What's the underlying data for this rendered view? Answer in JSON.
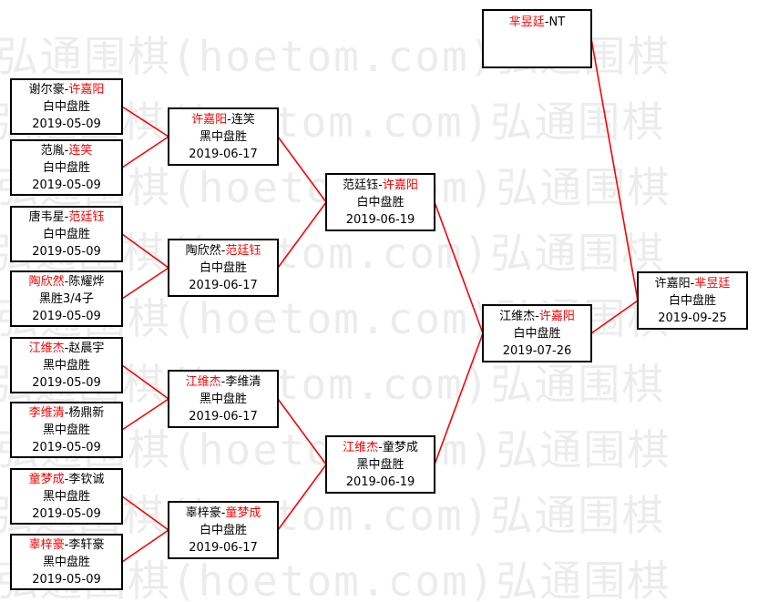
{
  "watermark": "弘通围棋(hoetom.com)弘通围棋",
  "colors": {
    "winner": "#ff0000",
    "connector": "#ff0000",
    "border": "#000000"
  },
  "matches": [
    {
      "id": "r1m1",
      "p1": "谢尔豪",
      "p2": "许嘉阳",
      "winner": 2,
      "result": "白中盘胜",
      "date": "2019-05-09"
    },
    {
      "id": "r1m2",
      "p1": "范胤",
      "p2": "连笑",
      "winner": 2,
      "result": "白中盘胜",
      "date": "2019-05-09"
    },
    {
      "id": "r1m3",
      "p1": "唐韦星",
      "p2": "范廷钰",
      "winner": 2,
      "result": "白中盘胜",
      "date": "2019-05-09"
    },
    {
      "id": "r1m4",
      "p1": "陶欣然",
      "p2": "陈耀烨",
      "winner": 1,
      "result": "黑胜3/4子",
      "date": "2019-05-09"
    },
    {
      "id": "r1m5",
      "p1": "江维杰",
      "p2": "赵晨宇",
      "winner": 1,
      "result": "黑中盘胜",
      "date": "2019-05-09"
    },
    {
      "id": "r1m6",
      "p1": "李维清",
      "p2": "杨鼎新",
      "winner": 1,
      "result": "黑中盘胜",
      "date": "2019-05-09"
    },
    {
      "id": "r1m7",
      "p1": "童梦成",
      "p2": "李钦诚",
      "winner": 1,
      "result": "黑中盘胜",
      "date": "2019-05-09"
    },
    {
      "id": "r1m8",
      "p1": "辜梓豪",
      "p2": "李轩豪",
      "winner": 1,
      "result": "黑中盘胜",
      "date": "2019-05-09"
    },
    {
      "id": "r2m1",
      "p1": "许嘉阳",
      "p2": "连笑",
      "winner": 1,
      "result": "黑中盘胜",
      "date": "2019-06-17"
    },
    {
      "id": "r2m2",
      "p1": "陶欣然",
      "p2": "范廷钰",
      "winner": 2,
      "result": "白中盘胜",
      "date": "2019-06-17"
    },
    {
      "id": "r2m3",
      "p1": "江维杰",
      "p2": "李维清",
      "winner": 1,
      "result": "黑中盘胜",
      "date": "2019-06-17"
    },
    {
      "id": "r2m4",
      "p1": "辜梓豪",
      "p2": "童梦成",
      "winner": 2,
      "result": "白中盘胜",
      "date": "2019-06-17"
    },
    {
      "id": "r3m1",
      "p1": "范廷钰",
      "p2": "许嘉阳",
      "winner": 2,
      "result": "白中盘胜",
      "date": "2019-06-19"
    },
    {
      "id": "r3m2",
      "p1": "江维杰",
      "p2": "童梦成",
      "winner": 1,
      "result": "黑中盘胜",
      "date": "2019-06-19"
    },
    {
      "id": "r4m1",
      "p1": "江维杰",
      "p2": "许嘉阳",
      "winner": 2,
      "result": "白中盘胜",
      "date": "2019-07-26"
    },
    {
      "id": "seed",
      "p1": "芈昱廷",
      "p2": "NT",
      "winner": 1,
      "result": "",
      "date": ""
    },
    {
      "id": "final",
      "p1": "许嘉阳",
      "p2": "芈昱廷",
      "winner": 2,
      "result": "白中盘胜",
      "date": "2019-09-25"
    }
  ]
}
